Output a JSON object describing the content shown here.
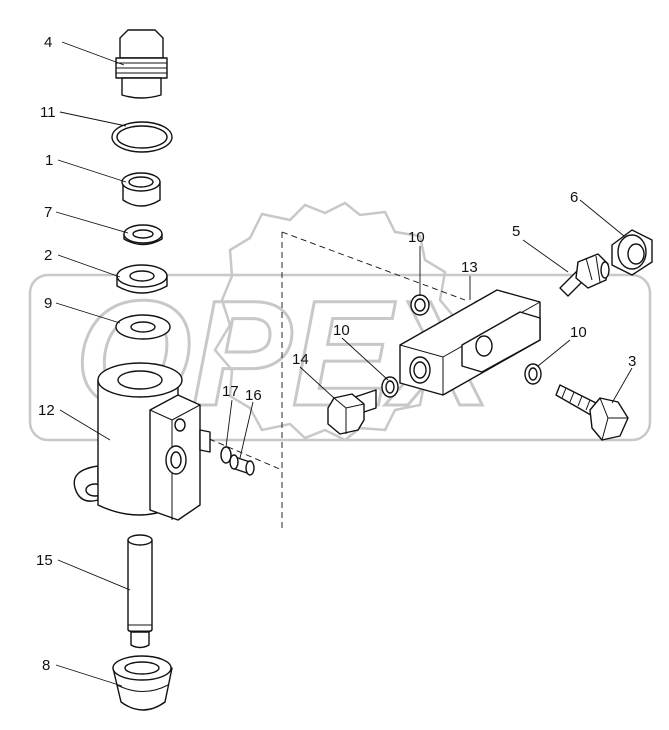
{
  "diagram": {
    "watermark_text": "OPEX",
    "callouts": {
      "c1": "1",
      "c2": "2",
      "c3": "3",
      "c4": "4",
      "c5": "5",
      "c6": "6",
      "c7": "7",
      "c8": "8",
      "c9": "9",
      "c10a": "10",
      "c10b": "10",
      "c10c": "10",
      "c11": "11",
      "c12": "12",
      "c13": "13",
      "c14": "14",
      "c15": "15",
      "c16": "16",
      "c17": "17"
    },
    "colors": {
      "line": "#111111",
      "watermark": "#c8c8c8",
      "background": "#ffffff"
    }
  }
}
